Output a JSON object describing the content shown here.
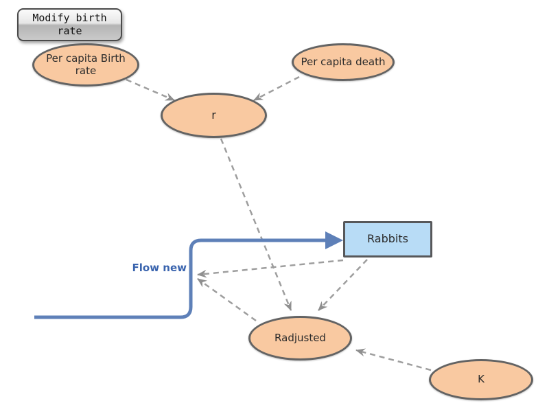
{
  "diagram": {
    "title_hint": "stock-and-flow population model",
    "button": {
      "label": "Modify birth rate"
    },
    "stock": {
      "label": "Rabbits"
    },
    "flow": {
      "label": "Flow new"
    },
    "variables": {
      "birth_rate": {
        "label": "Per capita Birth rate"
      },
      "death_rate": {
        "label": "Per capita death"
      },
      "r": {
        "label": "r"
      },
      "radjusted": {
        "label": "Radjusted"
      },
      "k": {
        "label": "K"
      }
    },
    "links": [
      {
        "from": "Per capita Birth rate",
        "to": "r"
      },
      {
        "from": "Per capita death",
        "to": "r"
      },
      {
        "from": "r",
        "to": "Radjusted"
      },
      {
        "from": "Rabbits",
        "to": "Radjusted"
      },
      {
        "from": "Rabbits",
        "to": "Flow new"
      },
      {
        "from": "Radjusted",
        "to": "Flow new"
      },
      {
        "from": "K",
        "to": "Radjusted"
      }
    ],
    "colors": {
      "variable_fill": "#f9c9a1",
      "variable_border": "#636363",
      "stock_fill": "#b8dcf6",
      "stock_border": "#57585a",
      "flow_blue": "#5e80b8",
      "flow_label_blue": "#3a64ae",
      "link_gray": "#9e9e9e",
      "arrowhead_gray": "#8f8f8f",
      "text": "#2b2b2b",
      "background": "#ffffff"
    }
  }
}
